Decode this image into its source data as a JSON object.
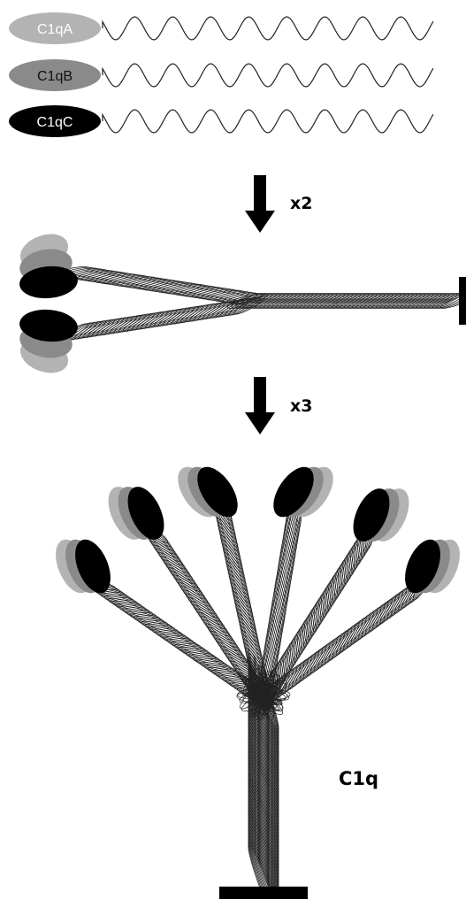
{
  "chains": [
    {
      "label": "C1qA",
      "color": "#b3b3b3",
      "text_color": "#ffffff"
    },
    {
      "label": "C1qB",
      "color": "#8a8a8a",
      "text_color": "#111111"
    },
    {
      "label": "C1qC",
      "color": "#000000",
      "text_color": "#ffffff"
    }
  ],
  "steps": [
    {
      "label": "x2"
    },
    {
      "label": "x3"
    }
  ],
  "product": {
    "label": "C1q"
  },
  "colors": {
    "globule_a": "#b3b3b3",
    "globule_b": "#8a8a8a",
    "globule_c": "#000000",
    "line": "#222222",
    "stalk_cap": "#000000"
  }
}
